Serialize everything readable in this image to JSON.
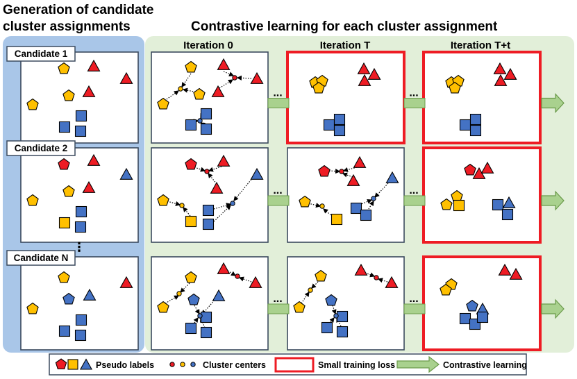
{
  "left_header": {
    "line1": "Generation of candidate",
    "line2": "cluster assignments"
  },
  "right_header": "Contrastive learning for each cluster assignment",
  "iterations": [
    "Iteration 0",
    "Iteration T",
    "Iteration T+t"
  ],
  "candidates": [
    "Candidate 1",
    "Candidate 2",
    "Candidate N"
  ],
  "ellipsis": "...",
  "vertical_ellipsis": "⋮",
  "legend": {
    "pseudo_labels": "Pseudo labels",
    "cluster_centers": "Cluster centers",
    "small_loss": "Small training loss",
    "contrastive": "Contrastive learning"
  },
  "colors": {
    "left_panel": "#a9c6e8",
    "right_panel": "#e2efd9",
    "box_border": "#3b4a5e",
    "highlight": "#ee1c24",
    "arrow_fill": "#a9d18e",
    "arrow_stroke": "#6a9a4a",
    "red": "#ee1c24",
    "yellow": "#ffc000",
    "blue": "#4472c4"
  },
  "icons": [
    "pentagon-icon",
    "square-icon",
    "triangle-icon",
    "cluster-center-icon",
    "arrow-icon"
  ]
}
